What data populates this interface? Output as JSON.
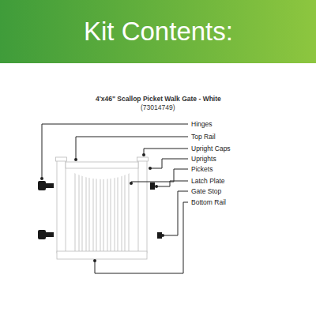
{
  "diagram": {
    "title": "Kit Contents:",
    "labels": [
      "4'x46\" Scallop Picket Walk Gate - White",
      "(73014749)",
      "Hinges",
      "Top Rail",
      "Upright Caps",
      "Uprights",
      "Pickets",
      "Latch Plate",
      "Gate Stop",
      "Bottom Rail"
    ]
  }
}
